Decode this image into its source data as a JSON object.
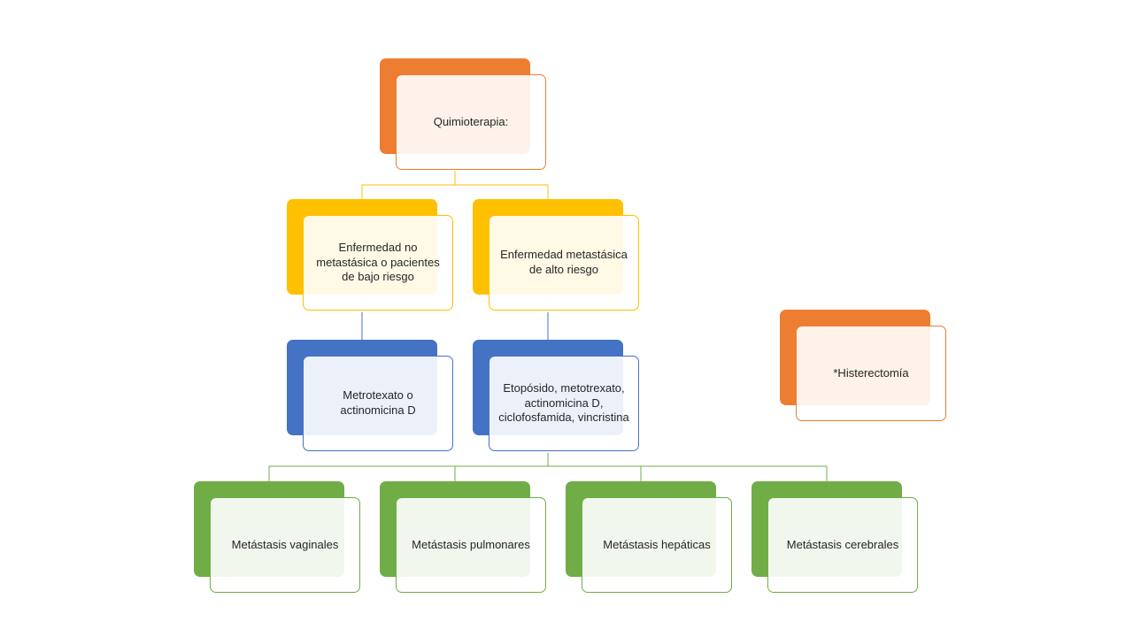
{
  "diagram": {
    "root": {
      "label": "Quimioterapia:"
    },
    "branches": [
      {
        "category": "Enfermedad no metastásica o pacientes de bajo riesgo",
        "treatment": "Metrotexato o actinomicina D"
      },
      {
        "category": "Enfermedad metastásica de alto riesgo",
        "treatment": "Etopósido, metotrexato, actinomicina D, ciclofosfamida, vincristina"
      }
    ],
    "metastases": [
      "Metástasis vaginales",
      "Metástasis pulmonares",
      "Metástasis hepáticas",
      "Metástasis cerebrales"
    ],
    "side_note": "*Histerectomía"
  },
  "colors": {
    "orange": "#ED7D31",
    "yellow": "#FFC000",
    "blue": "#4472C4",
    "green": "#70AD47"
  }
}
